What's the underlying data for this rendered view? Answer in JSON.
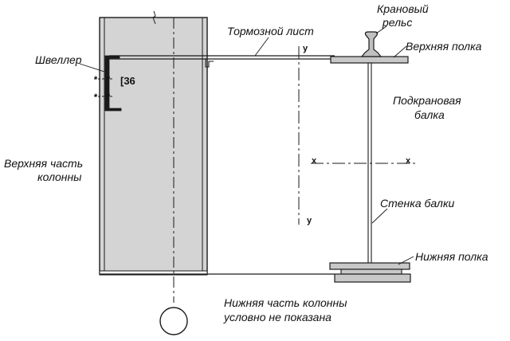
{
  "labels": {
    "rail": [
      "Крановый",
      "рельс"
    ],
    "brake_sheet": "Тормозной лист",
    "top_flange": "Верхняя полка",
    "channel": "Швеллер",
    "channel_size": "[36",
    "crane_beam": [
      "Подкрановая",
      "балка"
    ],
    "column_top": [
      "Верхняя часть",
      "колонны"
    ],
    "beam_web": "Стенка балки",
    "bottom_flange": "Нижняя полка",
    "column_note": [
      "Нижняя часть колонны",
      "условно не показана"
    ]
  },
  "axes": {
    "y_top": "у",
    "y_bottom": "у",
    "x_left": "х",
    "x_right": "х"
  },
  "colors": {
    "column_fill": "#d4d4d4",
    "flange_fill": "#c8c8c8",
    "line": "#1a1a1a"
  }
}
